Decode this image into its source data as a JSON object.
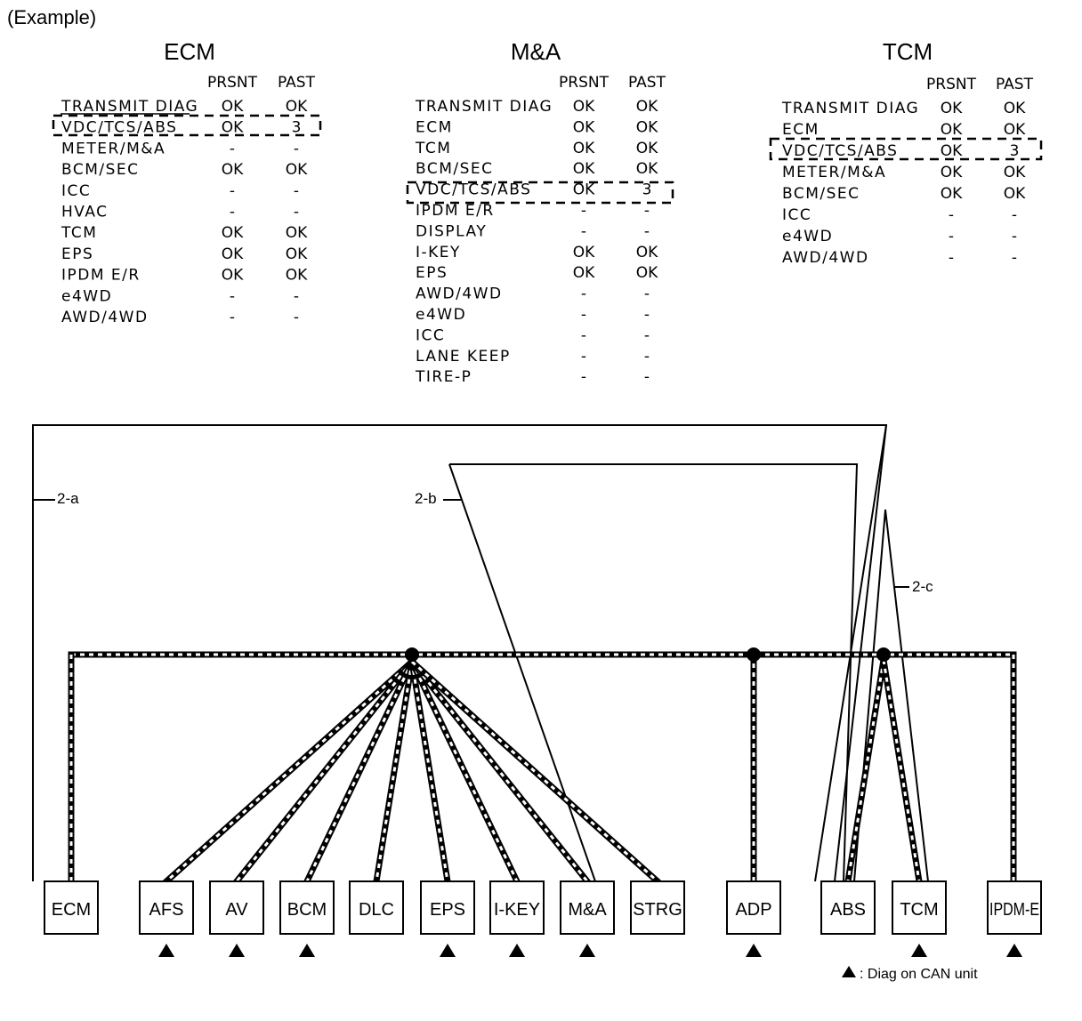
{
  "example_label": "(Example)",
  "tables": [
    {
      "title": "ECM",
      "col_present": "PRSNT",
      "col_past": "PAST",
      "rows": [
        {
          "name": "TRANSMIT DIAG",
          "present": "OK",
          "past": "OK"
        },
        {
          "name": "VDC/TCS/ABS",
          "present": "OK",
          "past": "3"
        },
        {
          "name": "METER/M&A",
          "present": "-",
          "past": "-"
        },
        {
          "name": "BCM/SEC",
          "present": "OK",
          "past": "OK"
        },
        {
          "name": "ICC",
          "present": "-",
          "past": "-"
        },
        {
          "name": "HVAC",
          "present": "-",
          "past": "-"
        },
        {
          "name": "TCM",
          "present": "OK",
          "past": "OK"
        },
        {
          "name": "EPS",
          "present": "OK",
          "past": "OK"
        },
        {
          "name": "IPDM E/R",
          "present": "OK",
          "past": "OK"
        },
        {
          "name": "e4WD",
          "present": "-",
          "past": "-"
        },
        {
          "name": "AWD/4WD",
          "present": "-",
          "past": "-"
        }
      ]
    },
    {
      "title": "M&A",
      "col_present": "PRSNT",
      "col_past": "PAST",
      "rows": [
        {
          "name": "TRANSMIT DIAG",
          "present": "OK",
          "past": "OK"
        },
        {
          "name": "ECM",
          "present": "OK",
          "past": "OK"
        },
        {
          "name": "TCM",
          "present": "OK",
          "past": "OK"
        },
        {
          "name": "BCM/SEC",
          "present": "OK",
          "past": "OK"
        },
        {
          "name": "VDC/TCS/ABS",
          "present": "OK",
          "past": "3"
        },
        {
          "name": "IPDM E/R",
          "present": "-",
          "past": "-"
        },
        {
          "name": "DISPLAY",
          "present": "-",
          "past": "-"
        },
        {
          "name": "I-KEY",
          "present": "OK",
          "past": "OK"
        },
        {
          "name": "EPS",
          "present": "OK",
          "past": "OK"
        },
        {
          "name": "AWD/4WD",
          "present": "-",
          "past": "-"
        },
        {
          "name": "e4WD",
          "present": "-",
          "past": "-"
        },
        {
          "name": "ICC",
          "present": "-",
          "past": "-"
        },
        {
          "name": "LANE KEEP",
          "present": "-",
          "past": "-"
        },
        {
          "name": "TIRE-P",
          "present": "-",
          "past": "-"
        }
      ]
    },
    {
      "title": "TCM",
      "col_present": "PRSNT",
      "col_past": "PAST",
      "rows": [
        {
          "name": "TRANSMIT DIAG",
          "present": "OK",
          "past": "OK"
        },
        {
          "name": "ECM",
          "present": "OK",
          "past": "OK"
        },
        {
          "name": "VDC/TCS/ABS",
          "present": "OK",
          "past": "3"
        },
        {
          "name": "METER/M&A",
          "present": "OK",
          "past": "OK"
        },
        {
          "name": "BCM/SEC",
          "present": "OK",
          "past": "OK"
        },
        {
          "name": "ICC",
          "present": "-",
          "past": "-"
        },
        {
          "name": "e4WD",
          "present": "-",
          "past": "-"
        },
        {
          "name": "AWD/4WD",
          "present": "-",
          "past": "-"
        }
      ]
    }
  ],
  "units": [
    "ECM",
    "AFS",
    "AV",
    "BCM",
    "DLC",
    "EPS",
    "I-KEY",
    "M&A",
    "STRG",
    "ADP",
    "ABS",
    "TCM",
    "IPDM-E"
  ],
  "diag_units": [
    "AFS",
    "AV",
    "BCM",
    "EPS",
    "I-KEY",
    "M&A",
    "ADP",
    "TCM",
    "IPDM-E"
  ],
  "line_labels": {
    "a": "2-a",
    "b": "2-b",
    "c": "2-c"
  },
  "legend_text": ": Diag on CAN unit"
}
